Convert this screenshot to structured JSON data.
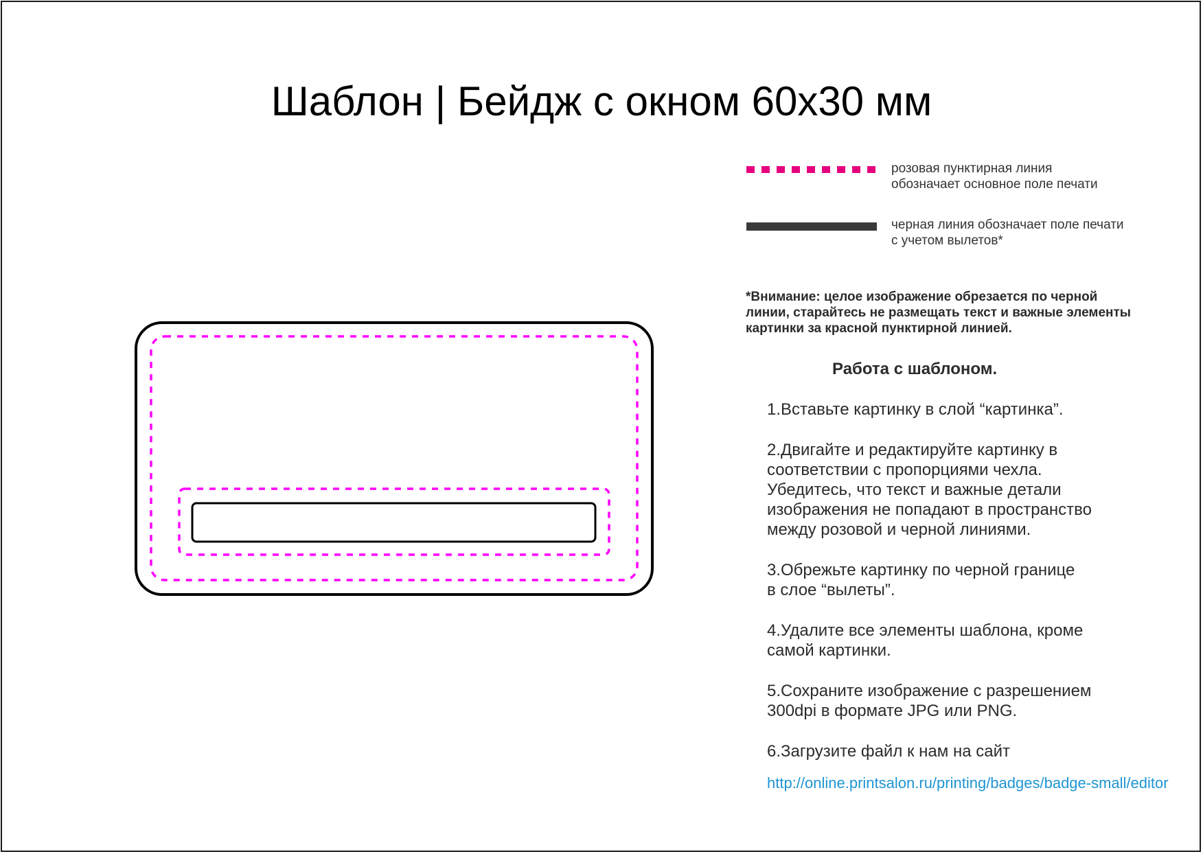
{
  "title": "Шаблон | Бейдж с окном 60х30 мм",
  "legend": {
    "pink": {
      "line1": "розовая пунктирная линия",
      "line2": "обозначает основное поле печати",
      "color": "#e6007e"
    },
    "black": {
      "line1": "черная линия обозначает поле печати",
      "line2": "с учетом вылетов*",
      "color": "#3a3a3a"
    }
  },
  "warning": {
    "line1": "*Внимание: целое изображение обрезается по черной",
    "line2": "линии, старайтесь не размещать текст и важные элементы",
    "line3": "картинки за красной пунктирной линией."
  },
  "instructions": {
    "title": "Работа с шаблоном.",
    "steps": [
      [
        "1.Вставьте картинку в слой “картинка”."
      ],
      [
        "2.Двигайте и редактируйте картинку в",
        "соответствии с пропорциями чехла.",
        "Убедитесь, что текст и важные детали",
        "изображения не попадают в пространство",
        "между розовой и черной линиями."
      ],
      [
        "3.Обрежьте картинку по черной границе",
        "в слое “вылеты”."
      ],
      [
        "4.Удалите все элементы шаблона, кроме",
        "самой картинки."
      ],
      [
        "5.Сохраните изображение с разрешением",
        "300dpi в формате JPG или PNG."
      ],
      [
        "6.Загрузите файл к нам на сайт"
      ]
    ],
    "link": "http://online.printsalon.ru/printing/badges/badge-small/editor"
  },
  "colors": {
    "bleed_line": "#000000",
    "safe_zone": "#ff00ff",
    "link": "#1e95d3"
  }
}
